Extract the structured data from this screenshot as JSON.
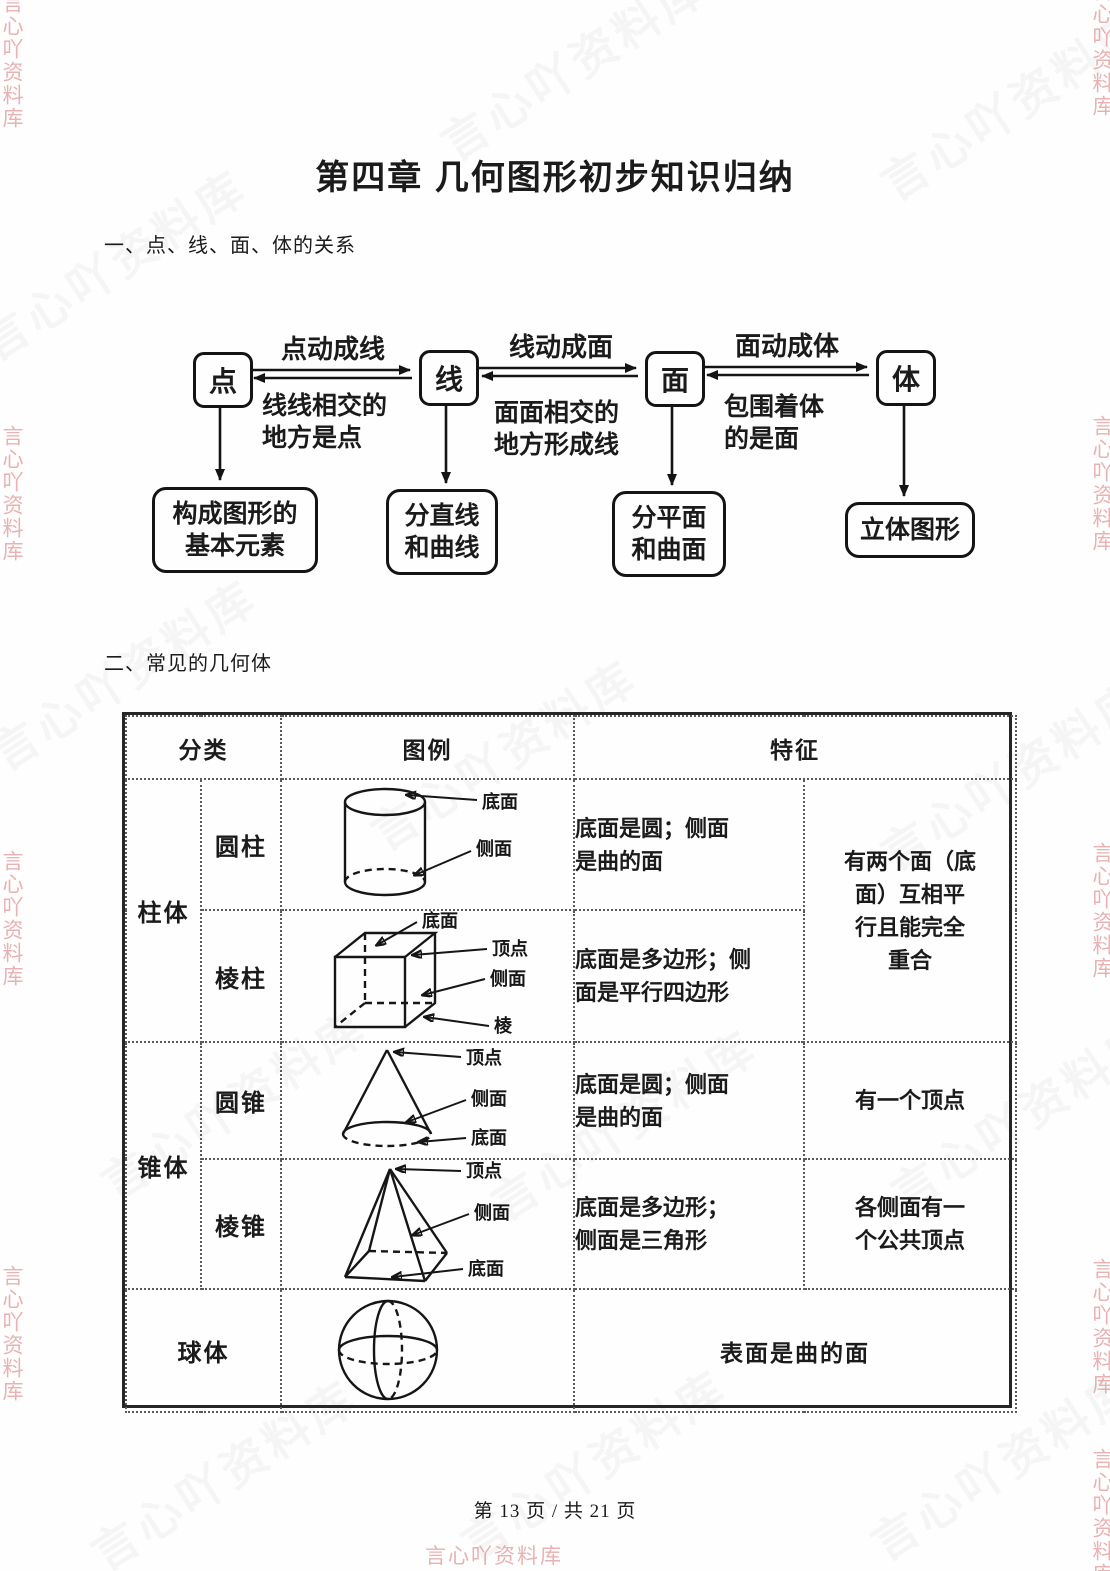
{
  "page": {
    "title": "第四章 几何图形初步知识归纳",
    "footer": "第 13 页 / 共 21 页",
    "watermark": "言心吖资料库"
  },
  "section1": {
    "heading": "一、点、线、面、体的关系",
    "flow": {
      "nodes": [
        "点",
        "线",
        "面",
        "体"
      ],
      "forward_labels": [
        "点动成线",
        "线动成面",
        "面动成体"
      ],
      "backward_labels": [
        "线线相交的\n地方是点",
        "面面相交的\n地方形成线",
        "包围着体\n的是面"
      ],
      "result_boxes": [
        "构成图形的\n基本元素",
        "分直线\n和曲线",
        "分平面\n和曲面",
        "立体图形"
      ]
    }
  },
  "section2": {
    "heading": "二、常见的几何体",
    "table": {
      "headers": {
        "category": "分类",
        "example": "图例",
        "feature": "特征"
      },
      "rows": [
        {
          "group": "柱体",
          "type": "圆柱",
          "figure": "cylinder",
          "fig_labels": [
            "底面",
            "侧面"
          ],
          "feature": "底面是圆；侧面\n是曲的面",
          "shared_feature": "有两个面（底\n面）互相平\n行且能完全\n重合"
        },
        {
          "type": "棱柱",
          "figure": "prism",
          "fig_labels": [
            "底面",
            "顶点",
            "侧面",
            "棱"
          ],
          "feature": "底面是多边形；侧\n面是平行四边形"
        },
        {
          "group": "锥体",
          "type": "圆锥",
          "figure": "cone",
          "fig_labels": [
            "顶点",
            "侧面",
            "底面"
          ],
          "feature": "底面是圆；侧面\n是曲的面",
          "shared_feature": "有一个顶点"
        },
        {
          "type": "棱锥",
          "figure": "pyramid",
          "fig_labels": [
            "顶点",
            "侧面",
            "底面"
          ],
          "feature": "底面是多边形；\n侧面是三角形",
          "shared_feature": "各侧面有一\n个公共顶点"
        },
        {
          "type": "球体",
          "figure": "sphere",
          "feature": "表面是曲的面"
        }
      ]
    }
  }
}
